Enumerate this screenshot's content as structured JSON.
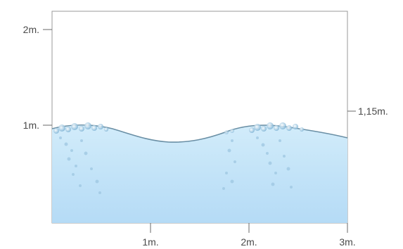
{
  "diagram": {
    "left_axis_labels": [
      "2m.",
      "1m."
    ],
    "right_axis_label": "1,15m.",
    "bottom_axis_labels": [
      "1m.",
      "2m.",
      "3m."
    ],
    "colors": {
      "frame": "#9a9a9a",
      "water_top": "#c9e6f7",
      "water_bottom": "#b7dcf6",
      "surface_line": "#6a8fa5",
      "foam": "#8cc2e3",
      "label": "#4a4a4a"
    }
  }
}
